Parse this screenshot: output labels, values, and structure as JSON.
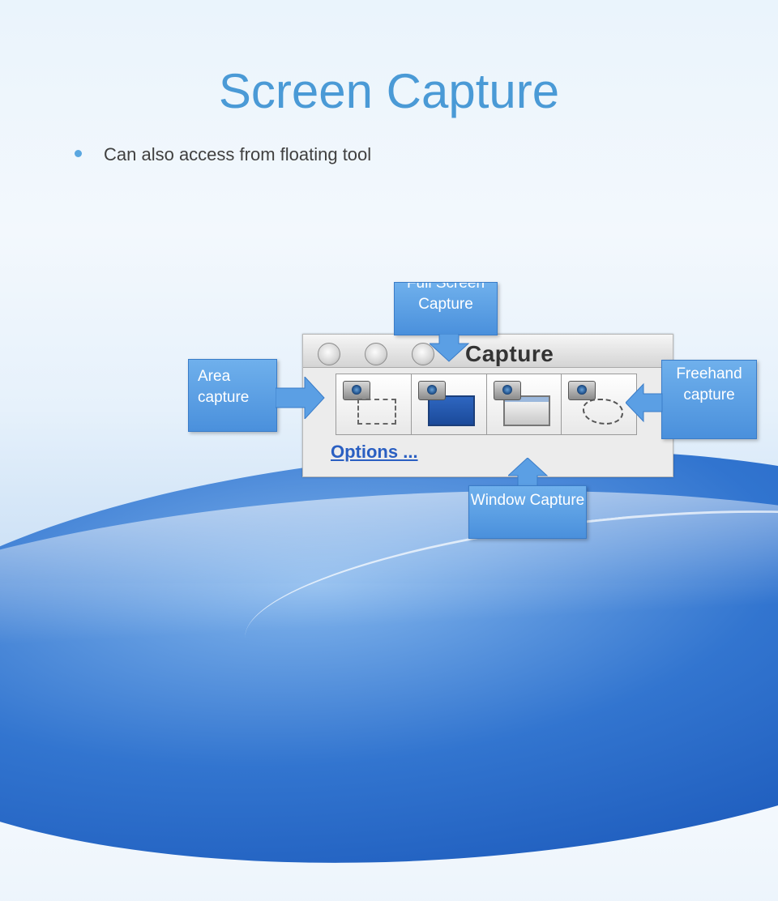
{
  "slide": {
    "title": "Screen Capture",
    "bullet": "Can also access from floating tool"
  },
  "palette": {
    "title": "Capture",
    "options_link": "Options ...",
    "tools": [
      {
        "icon": "area-capture-icon"
      },
      {
        "icon": "full-screen-capture-icon"
      },
      {
        "icon": "window-capture-icon"
      },
      {
        "icon": "freehand-capture-icon"
      }
    ]
  },
  "callouts": {
    "area": "Area capture",
    "full_screen": "Full Screen Capture",
    "freehand": "Freehand capture",
    "window": "Window Capture"
  },
  "colors": {
    "title": "#4a9ad6",
    "callout": "#5b9fe4",
    "link": "#2a5fc2"
  }
}
